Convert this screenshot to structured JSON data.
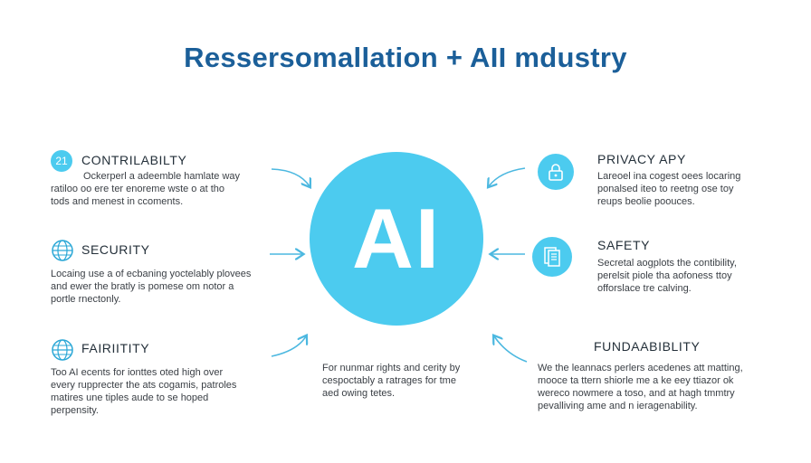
{
  "title": "Ressersomallation + AII mdustry",
  "hub": {
    "label": "AI"
  },
  "colors": {
    "accent": "#4ccbef",
    "title": "#1b5f99",
    "arrow": "#4cb8e0"
  },
  "nodes": {
    "contrilability": {
      "icon": "number-badge-icon",
      "badge": "21",
      "heading": "CONTRILABILTY",
      "lines": [
        "Ockerperl a adeemble hamlate way",
        "ratiloo oo ere ter enoreme wste o at tho",
        "tods and menest in ccoments."
      ]
    },
    "security": {
      "icon": "globe-icon",
      "heading": "SECURITY",
      "lines": [
        "Locaing use a of ecbaning yoctelably plovees",
        "and ewer the bratly is pomese om notor a",
        "portle rnectonly."
      ]
    },
    "fairitity": {
      "icon": "globe-icon",
      "heading": "FAIRIITITY",
      "lines": [
        "Too AI ecents for ionttes oted high over",
        "every rupprecter the ats cogamis, patroles",
        "matires une tiples aude to se hoped",
        "perpensity."
      ]
    },
    "center_note": {
      "lines": [
        "For nunmar rights and cerity by",
        "cespoctably a ratrages for tme",
        "aed owing tetes."
      ]
    },
    "privacy": {
      "icon": "padlock-icon",
      "heading": "PRIVACY APY",
      "lines": [
        "Lareoel ina cogest oees locaring",
        "ponalsed iteo to reetng ose toy",
        "reups beolie poouces."
      ]
    },
    "safety": {
      "icon": "document-icon",
      "heading": "SAFETY",
      "lines": [
        "Secretal aogplots the contibility,",
        "perelsit piole tha aofoness ttoy",
        "offorslace tre calving."
      ]
    },
    "fundaability": {
      "heading": "FUNDAABIBLITY",
      "lines": [
        "We the leannacs perlers acedenes att matting,",
        "mooce ta ttern shiorle me a ke eey ttiazor ok",
        "wereco nowmere a toso, and at hagh tmmtry",
        "pevalliving ame and n ieragenability."
      ]
    }
  }
}
